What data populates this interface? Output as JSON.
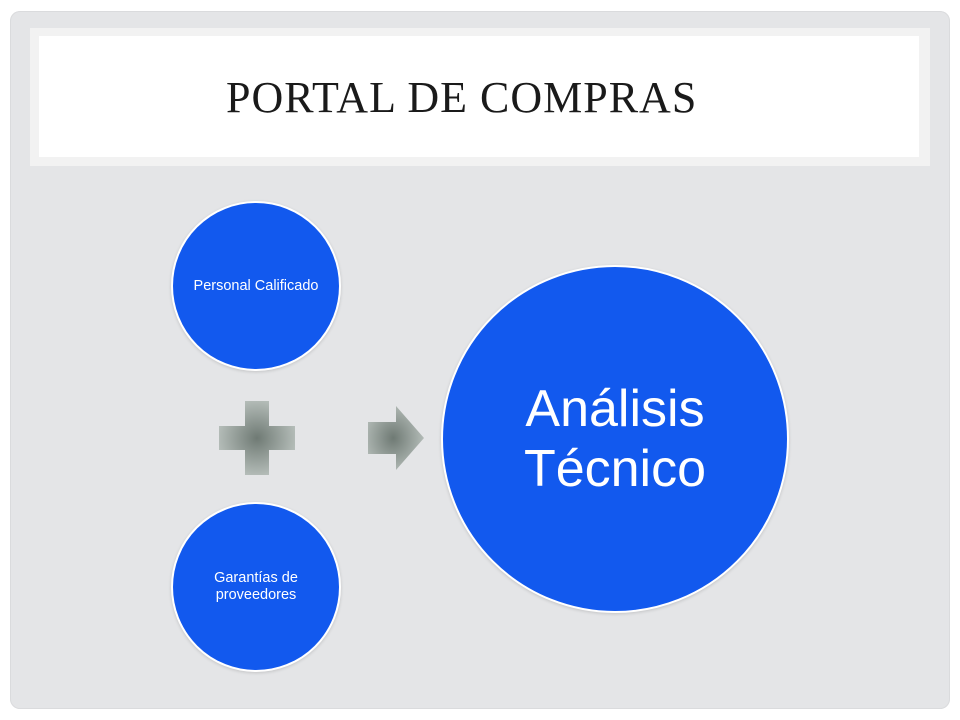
{
  "slide": {
    "title": "Portal de Compras"
  },
  "diagram": {
    "node_top": "Personal Calificado",
    "node_bottom": "Garantías de proveedores",
    "node_result_line1": "Análisis",
    "node_result_line2": "Técnico",
    "plus_icon": "plus-icon",
    "arrow_icon": "arrow-right-icon"
  },
  "colors": {
    "node_fill": "#1259ee",
    "connector": "#8e9a94",
    "background": "#e4e5e7"
  }
}
